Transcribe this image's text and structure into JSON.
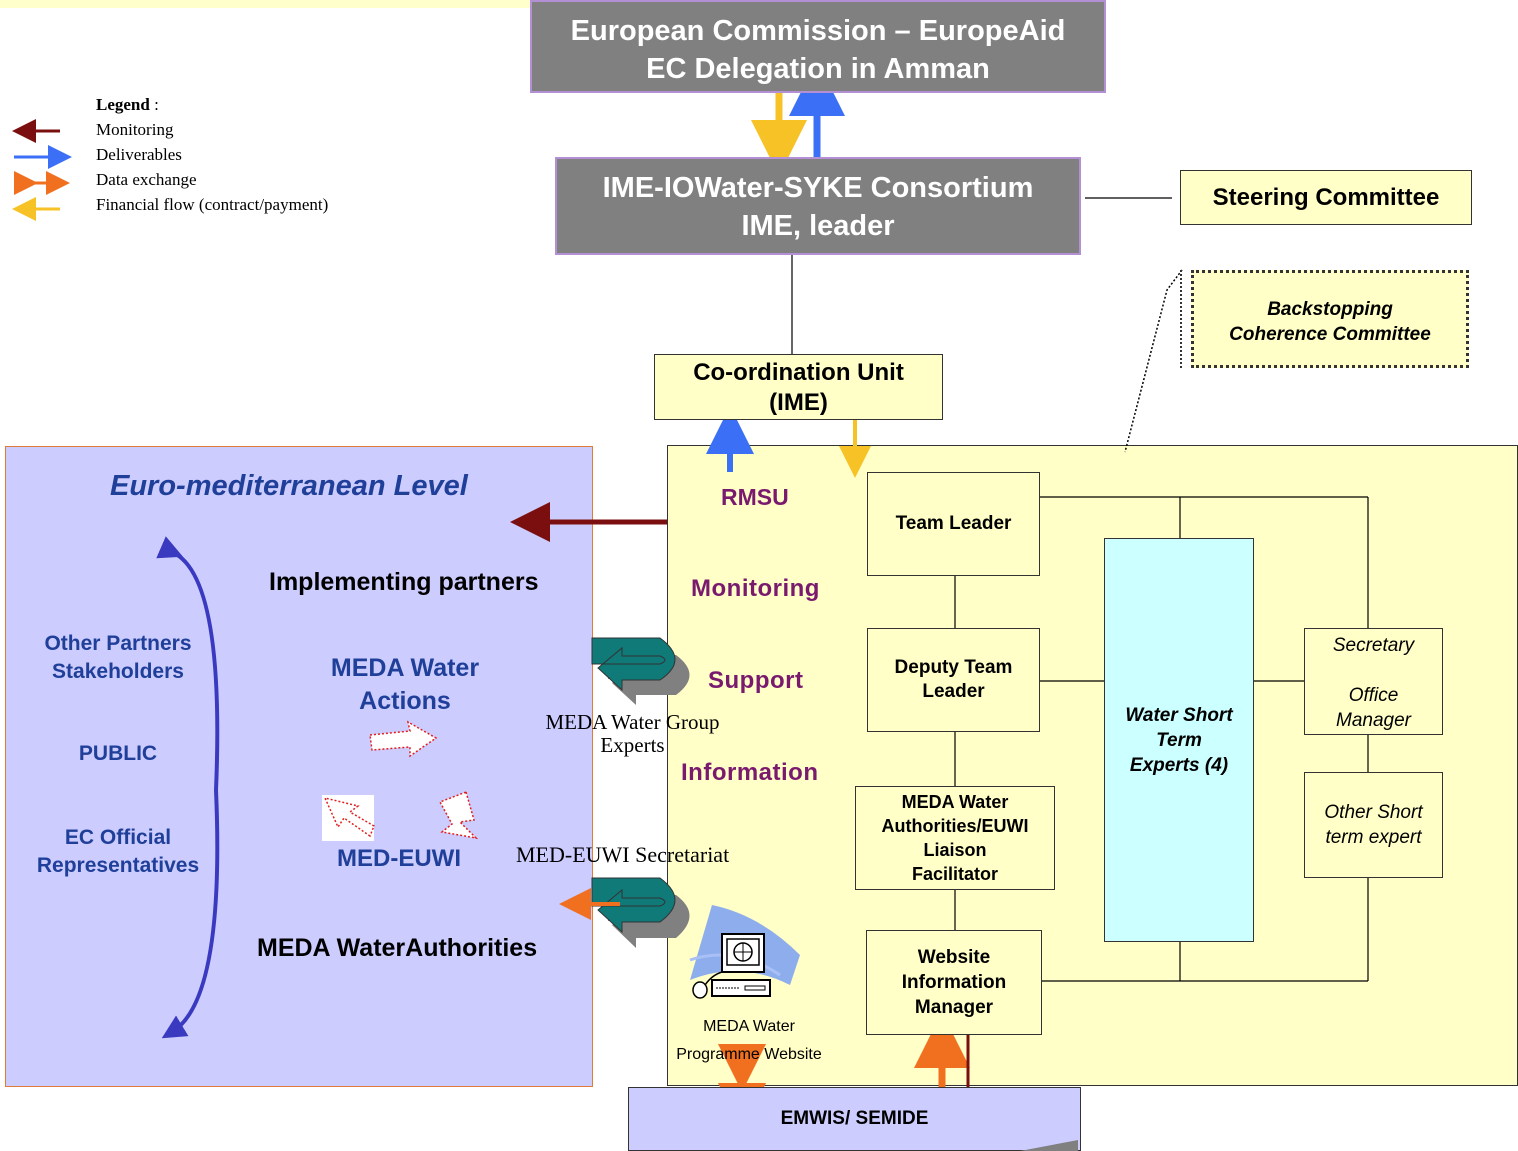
{
  "top": {
    "ec_line1": "European Commission – EuropeAid",
    "ec_line2": "EC Delegation in Amman",
    "consortium_line1": "IME-IOWater-SYKE Consortium",
    "consortium_line2": "IME, leader",
    "steering": "Steering Committee",
    "backstopping_line1": "Backstopping",
    "backstopping_line2": "Coherence Committee",
    "coord_line1": "Co-ordination Unit",
    "coord_line2": "(IME)"
  },
  "legend": {
    "title": "Legend",
    "colon": " :",
    "items": [
      {
        "label": "Monitoring",
        "color": "#7b0f0f"
      },
      {
        "label": "Deliverables",
        "color": "#3b6ff5"
      },
      {
        "label": "Data exchange",
        "color": "#f07020"
      },
      {
        "label": "Financial flow (contract/payment)",
        "color": "#f6c225"
      }
    ]
  },
  "euro": {
    "title": "Euro-mediterranean Level",
    "implementing": "Implementing partners",
    "actions_line1": "MEDA Water",
    "actions_line2": "Actions",
    "med_euwi": "MED-EUWI",
    "authorities": "MEDA WaterAuthorities",
    "other_line1": "Other Partners",
    "other_line2": "Stakeholders",
    "public": "PUBLIC",
    "ec_off_line1": "EC Official",
    "ec_off_line2": "Representatives"
  },
  "rmsu": {
    "rmsu": "RMSU",
    "monitoring": "Monitoring",
    "support": "Support",
    "information": "Information",
    "group_line1": "MEDA Water Group",
    "group_line2": "Experts",
    "secretariat": "MED-EUWI Secretariat",
    "website_line1": "MEDA Water",
    "website_line2": "Programme Website"
  },
  "org": {
    "team_leader": "Team Leader",
    "deputy_line1": "Deputy Team",
    "deputy_line2": "Leader",
    "liaison_line1": "MEDA Water",
    "liaison_line2": "Authorities/EUWI",
    "liaison_line3": "Liaison",
    "liaison_line4": "Facilitator",
    "website_mgr_line1": "Website",
    "website_mgr_line2": "Information",
    "website_mgr_line3": "Manager",
    "short_line1": "Water Short",
    "short_line2": "Term",
    "short_line3": "Experts (4)",
    "secretary": "Secretary",
    "office_line1": "Office",
    "office_line2": "Manager",
    "other_short_line1": "Other Short",
    "other_short_line2": "term expert"
  },
  "bottom": {
    "emwis": "EMWIS/ SEMIDE"
  },
  "colors": {
    "gray_box": "#808080",
    "yellow_bg": "#ffffc7",
    "lavender_bg": "#ccccff",
    "cyan_box": "#ccffff",
    "navy_text": "#1f3f99",
    "purple_text": "#7a1a6f"
  }
}
